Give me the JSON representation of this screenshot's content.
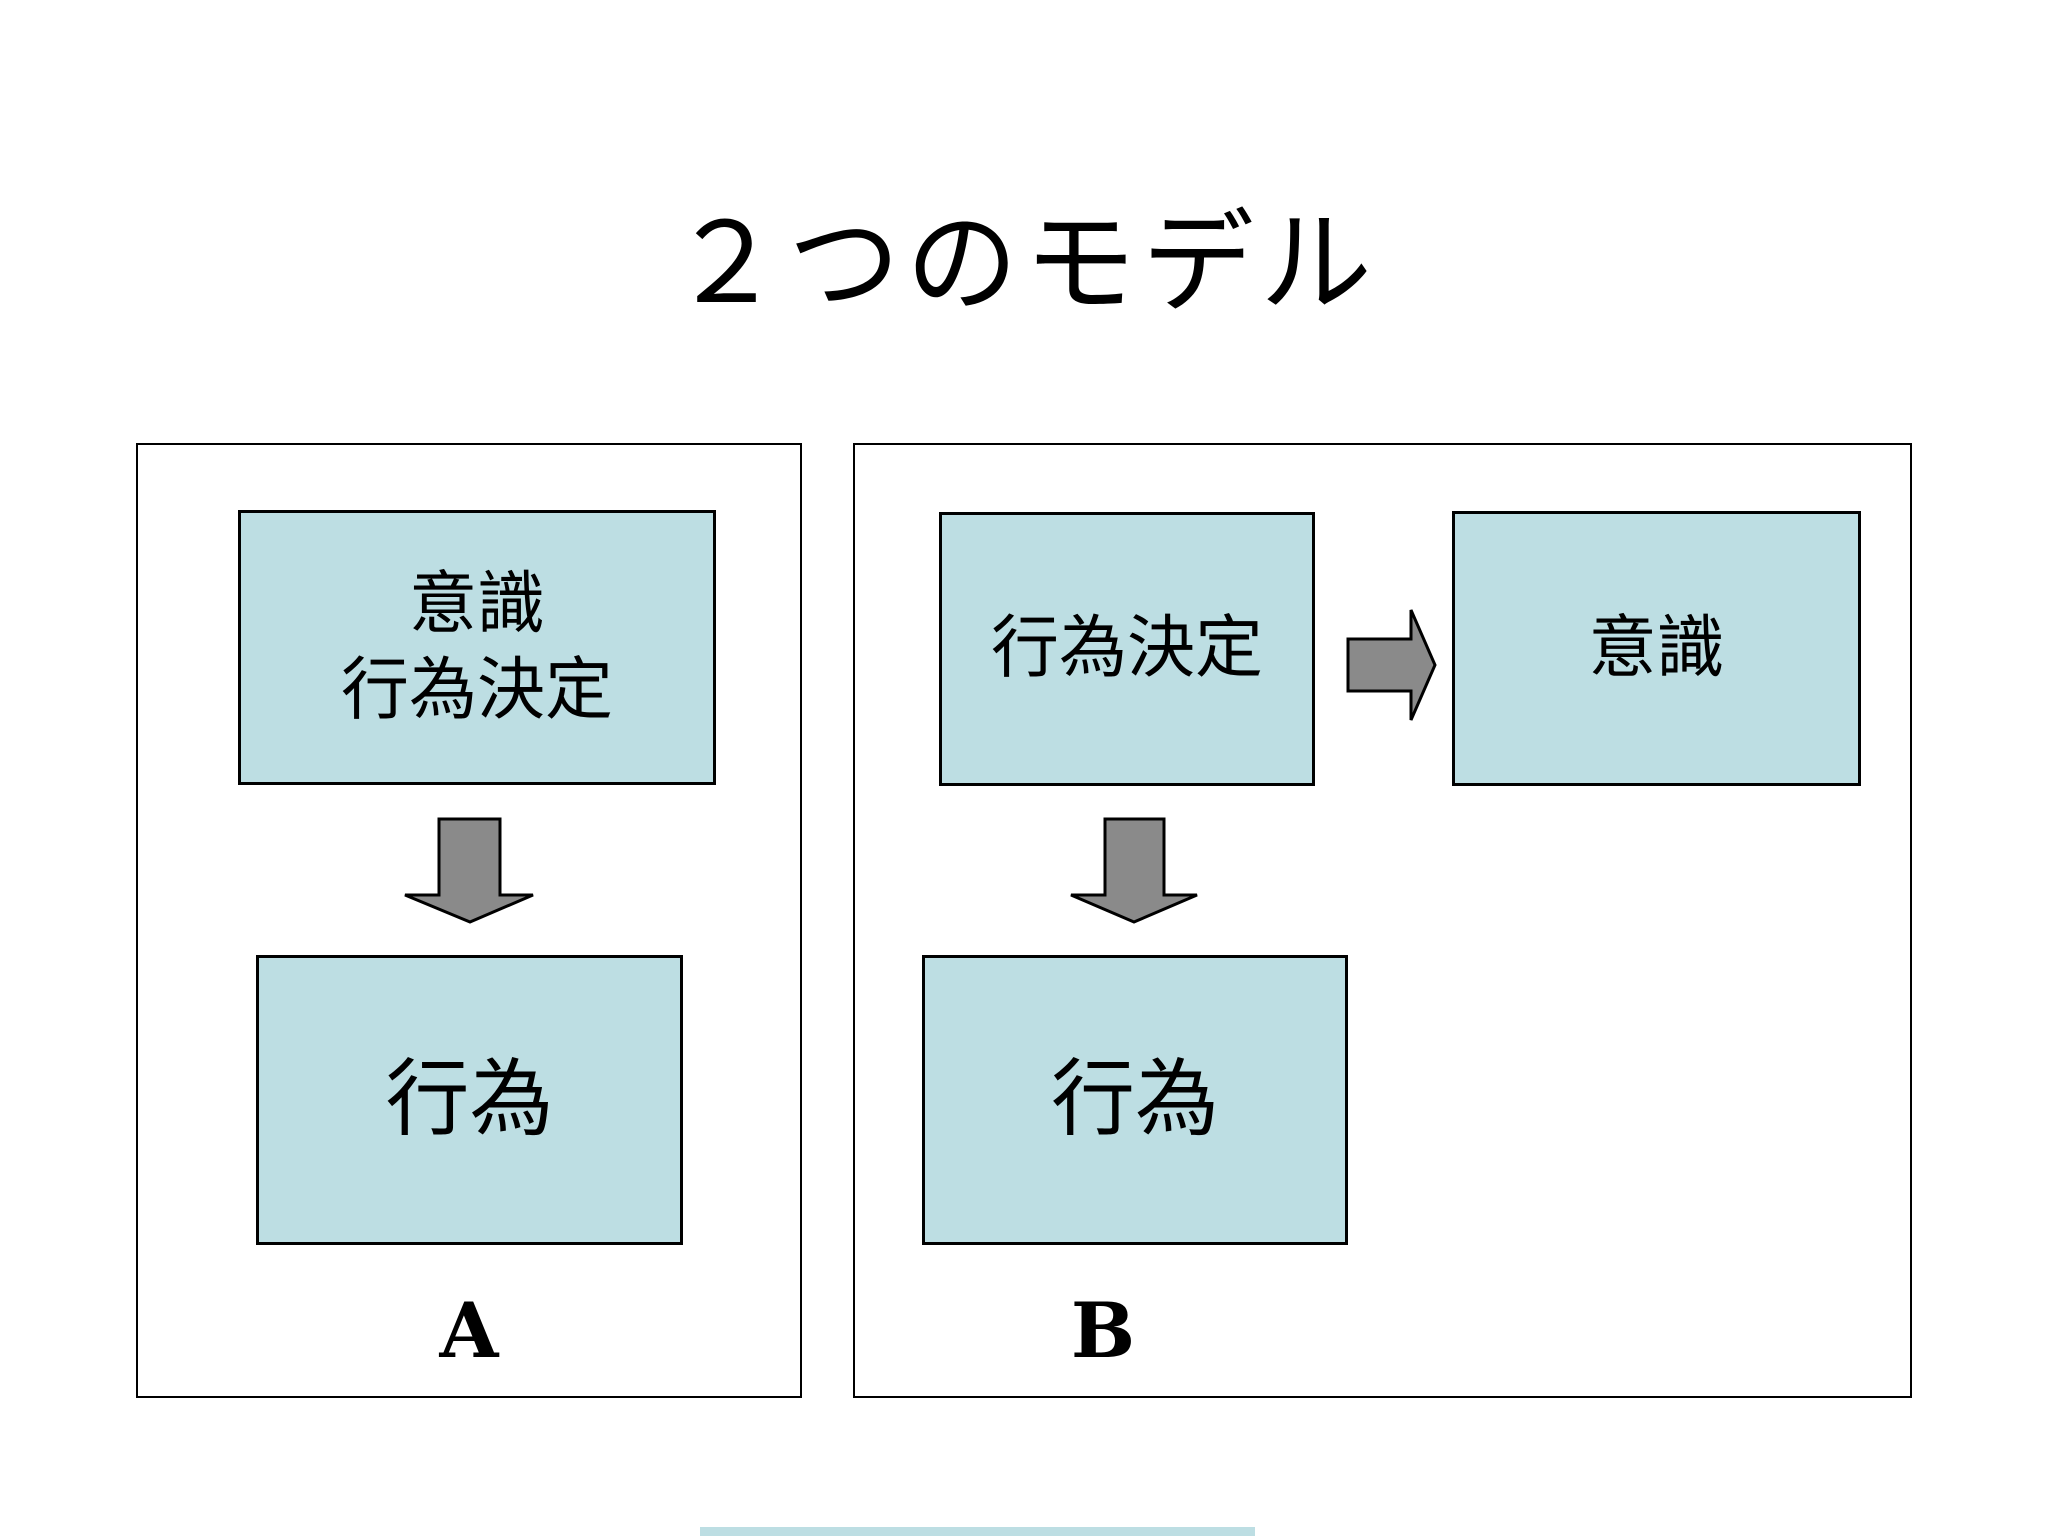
{
  "title": {
    "text": "２つのモデル"
  },
  "colors": {
    "background": "#ffffff",
    "box_fill": "#bddee3",
    "arrow_fill": "#8a8a8a",
    "border": "#000000",
    "text": "#000000"
  },
  "model_a": {
    "label": "A",
    "label_style": "fraktur",
    "top_box": {
      "line1": "意識",
      "line2": "行為決定"
    },
    "bottom_box": {
      "text": "行為"
    },
    "connections": [
      {
        "from": "意識 行為決定",
        "to": "行為",
        "direction": "down"
      }
    ]
  },
  "model_b": {
    "label": "B",
    "label_style": "fraktur",
    "top_left_box": {
      "text": "行為決定"
    },
    "top_right_box": {
      "text": "意識"
    },
    "bottom_box": {
      "text": "行為"
    },
    "connections": [
      {
        "from": "行為決定",
        "to": "意識",
        "direction": "right"
      },
      {
        "from": "行為決定",
        "to": "行為",
        "direction": "down"
      }
    ]
  }
}
